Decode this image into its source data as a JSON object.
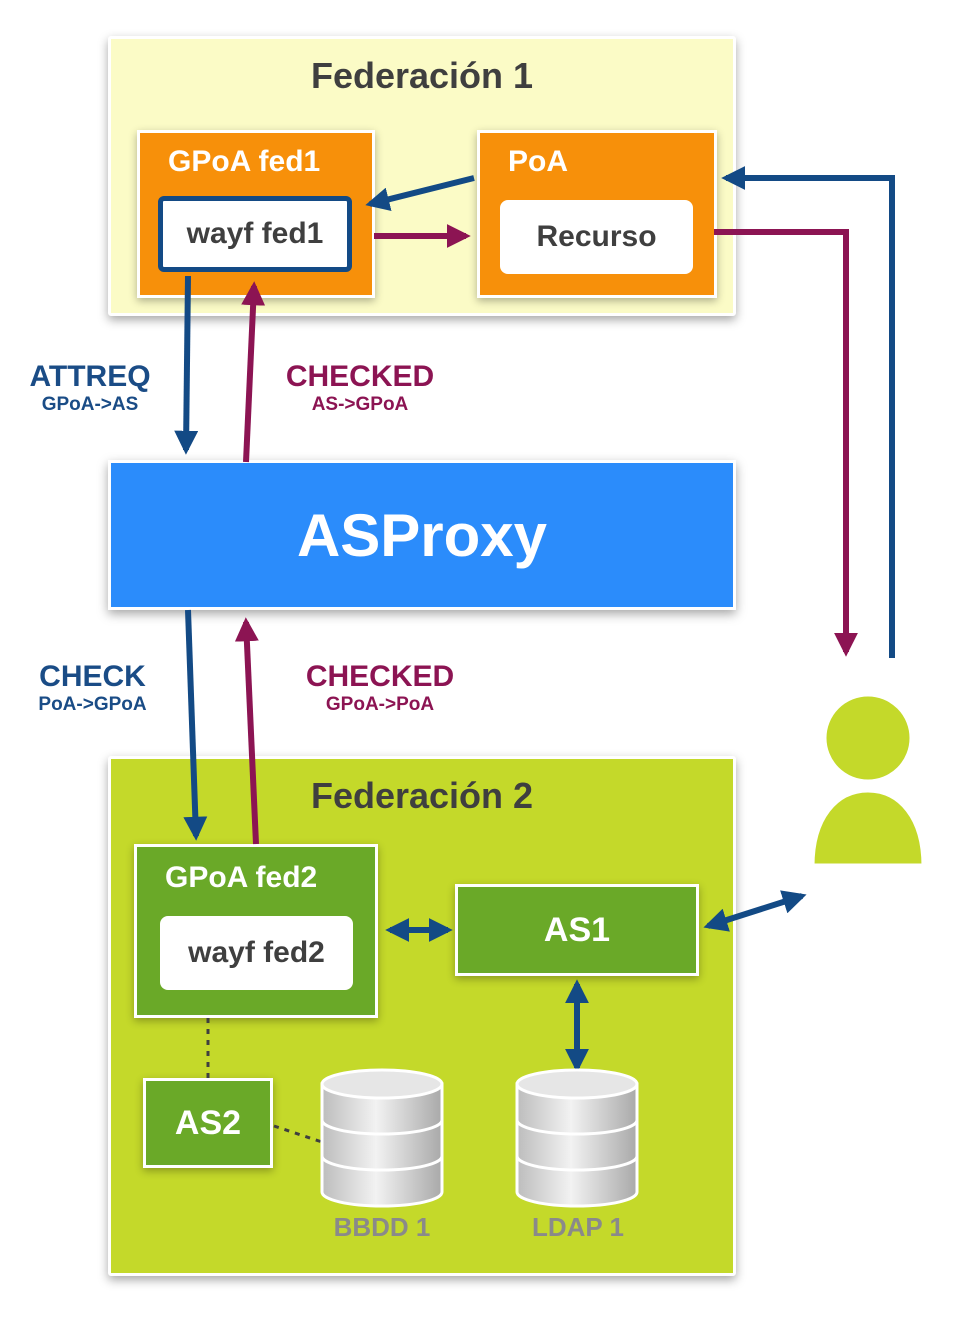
{
  "federation1": {
    "title": "Federación 1",
    "gpoa": {
      "title": "GPoA fed1",
      "wayf": "wayf fed1"
    },
    "poa": {
      "title": "PoA",
      "resource": "Recurso"
    }
  },
  "asproxy": {
    "label": "ASProxy"
  },
  "federation2": {
    "title": "Federación 2",
    "gpoa": {
      "title": "GPoA fed2",
      "wayf": "wayf fed2"
    },
    "as1": "AS1",
    "as2": "AS2",
    "databases": [
      {
        "label": "BBDD 1",
        "icon": "database-icon"
      },
      {
        "label": "LDAP 1",
        "icon": "database-icon"
      }
    ]
  },
  "flows": {
    "attreq": {
      "title": "ATTREQ",
      "sub": "GPoA->AS"
    },
    "checked_top": {
      "title": "CHECKED",
      "sub": "AS->GPoA"
    },
    "check": {
      "title": "CHECK",
      "sub": "PoA->GPoA"
    },
    "checked_bottom": {
      "title": "CHECKED",
      "sub": "GPoA->PoA"
    }
  },
  "user": {
    "icon": "user-icon"
  },
  "colors": {
    "blue_arrow": "#134a85",
    "purple_arrow": "#8c1453",
    "asproxy": "#2b8cfb",
    "orange": "#f7900a",
    "green": "#6aa928",
    "fed1_bg": "#fbfbc6",
    "fed2_bg": "#c4d92a"
  }
}
